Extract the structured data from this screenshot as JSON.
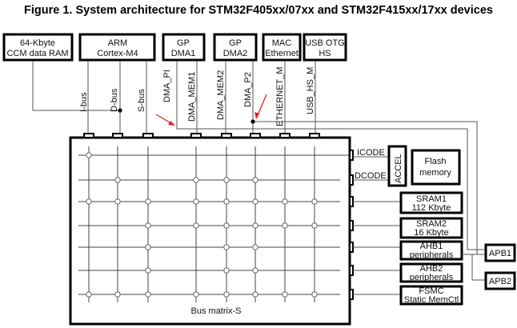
{
  "title": "Figure 1. System architecture for STM32F405xx/07xx and STM32F415xx/17xx devices",
  "masters": [
    {
      "line1": "64-Kbyte",
      "line2": "CCM data RAM"
    },
    {
      "line1": "ARM",
      "line2": "Cortex-M4"
    },
    {
      "line1": "GP",
      "line2": "DMA1"
    },
    {
      "line1": "GP",
      "line2": "DMA2"
    },
    {
      "line1": "MAC",
      "line2": "Ethernet"
    },
    {
      "line1": "USB OTG",
      "line2": "HS"
    }
  ],
  "buses": [
    "I-bus",
    "D-bus",
    "S-bus",
    "DMA_PI",
    "DMA_MEM1",
    "DMA_MEM2",
    "DMA_P2",
    "ETHERNET_M",
    "USB_HS_M"
  ],
  "matrix_label": "Bus matrix-S",
  "code_ports": [
    "ICODE",
    "DCODE"
  ],
  "accel": "ACCEL",
  "flash": {
    "line1": "Flash",
    "line2": "memory"
  },
  "slaves": [
    {
      "line1": "SRAM1",
      "line2": "112 Kbyte"
    },
    {
      "line1": "SRAM2",
      "line2": "16 Kbyte"
    },
    {
      "line1": "AHB1",
      "line2": "peripherals"
    },
    {
      "line1": "AHB2",
      "line2": "peripherals"
    },
    {
      "line1": "FSMC",
      "line2": "Static MemCtl"
    }
  ],
  "apb": [
    "APB1",
    "APB2"
  ],
  "arrow_color": "#e02020",
  "connections": [
    [
      1,
      0,
      0,
      0,
      0,
      0,
      0,
      0
    ],
    [
      0,
      1,
      0,
      1,
      1,
      1,
      0,
      0
    ],
    [
      1,
      1,
      1,
      1,
      1,
      1,
      1,
      1
    ],
    [
      0,
      0,
      1,
      1,
      1,
      1,
      1,
      1
    ],
    [
      0,
      0,
      1,
      0,
      1,
      1,
      0,
      0
    ],
    [
      0,
      0,
      1,
      0,
      1,
      1,
      0,
      0
    ],
    [
      1,
      1,
      1,
      1,
      1,
      1,
      1,
      1
    ]
  ]
}
